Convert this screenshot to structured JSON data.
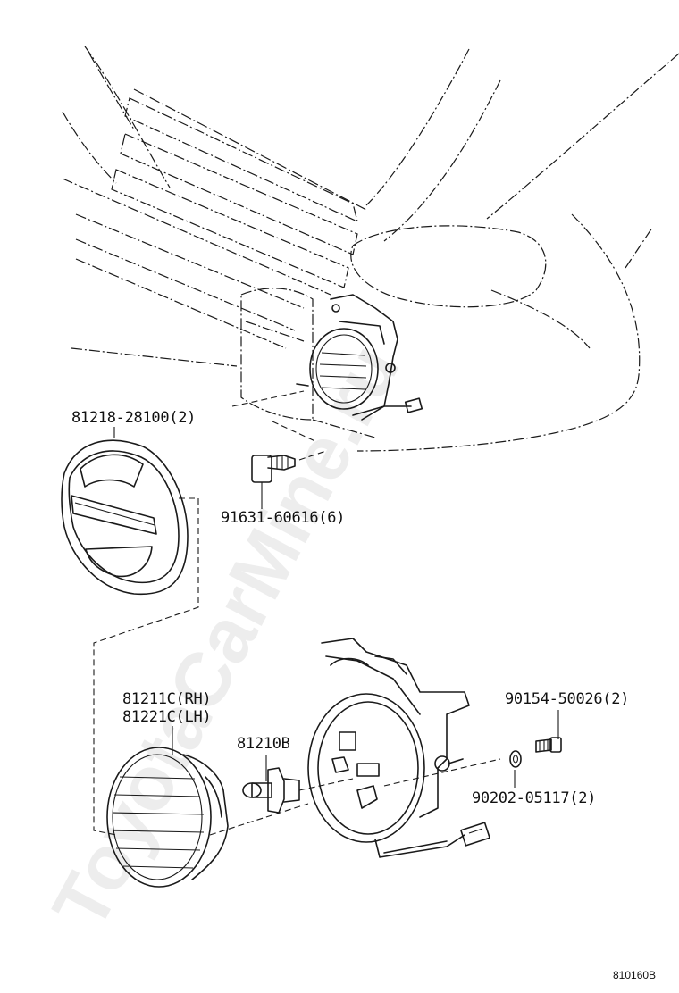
{
  "watermark": "ToyotaCarMine.ru",
  "diagram_code": "810160B",
  "parts": {
    "cover": "81218-28100(2)",
    "bolt": "91631-60616(6)",
    "fog_lamp_rh": "81211C(RH)",
    "fog_lamp_lh": "81221C(LH)",
    "bulb": "81210B",
    "screw": "90154-50026(2)",
    "washer": "90202-05117(2)"
  }
}
